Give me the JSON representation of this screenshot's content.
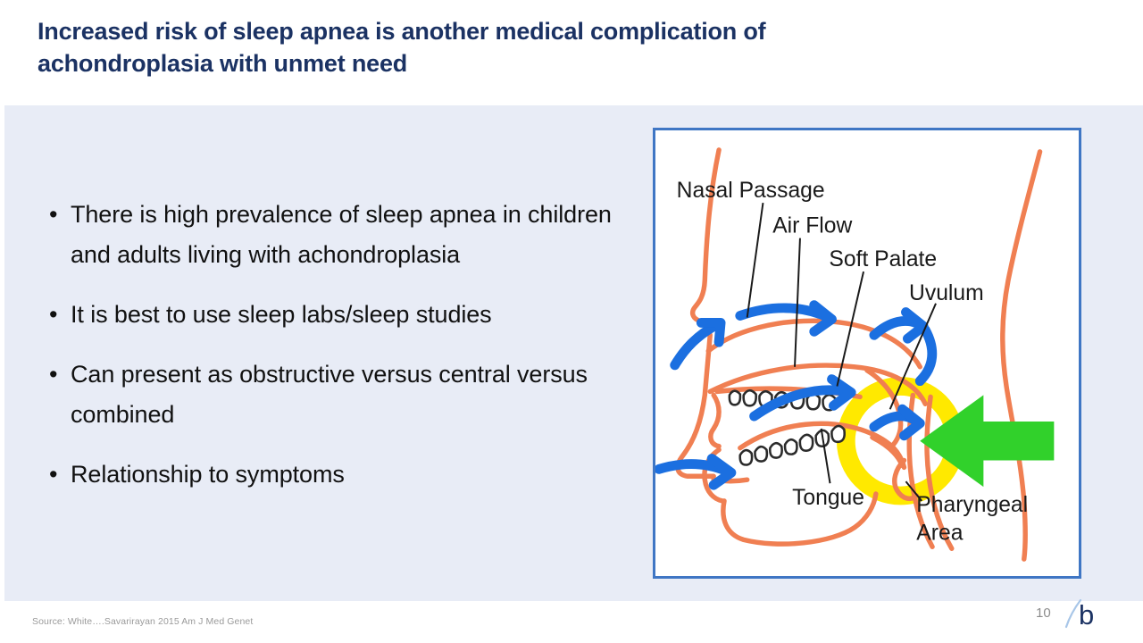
{
  "slide": {
    "title": "Increased risk of sleep apnea is another medical complication of achondroplasia with unmet need",
    "page_number": "10",
    "source": "Source: White….Savarirayan 2015 Am J Med Genet",
    "brand_letter": "b",
    "colors": {
      "title": "#1b3263",
      "panel_background": "#e8ecf6",
      "figure_border": "#3f76c4",
      "anatomy_outline": "#f07f52",
      "airflow_arrow": "#1b6fe0",
      "highlight_ring": "#ffe900",
      "pointer_arrow": "#31d12b",
      "body_text": "#111111",
      "footer_text": "#9a9a9a"
    }
  },
  "bullets": [
    {
      "marker": "•",
      "text": "There is high prevalence of sleep apnea in children and adults living with achondroplasia"
    },
    {
      "marker": "•",
      "text": "It is best to use sleep labs/sleep studies"
    },
    {
      "marker": "•",
      "text": "Can present as obstructive versus central versus combined"
    },
    {
      "marker": "•",
      "text": "Relationship to symptoms"
    }
  ],
  "figure": {
    "caption_labels": {
      "nasal_passage": "Nasal Passage",
      "air_flow": "Air Flow",
      "soft_palate": "Soft Palate",
      "uvulum": "Uvulum",
      "tongue": "Tongue",
      "pharyngeal_area_line1": "Pharyngeal",
      "pharyngeal_area_line2": "Area"
    }
  }
}
